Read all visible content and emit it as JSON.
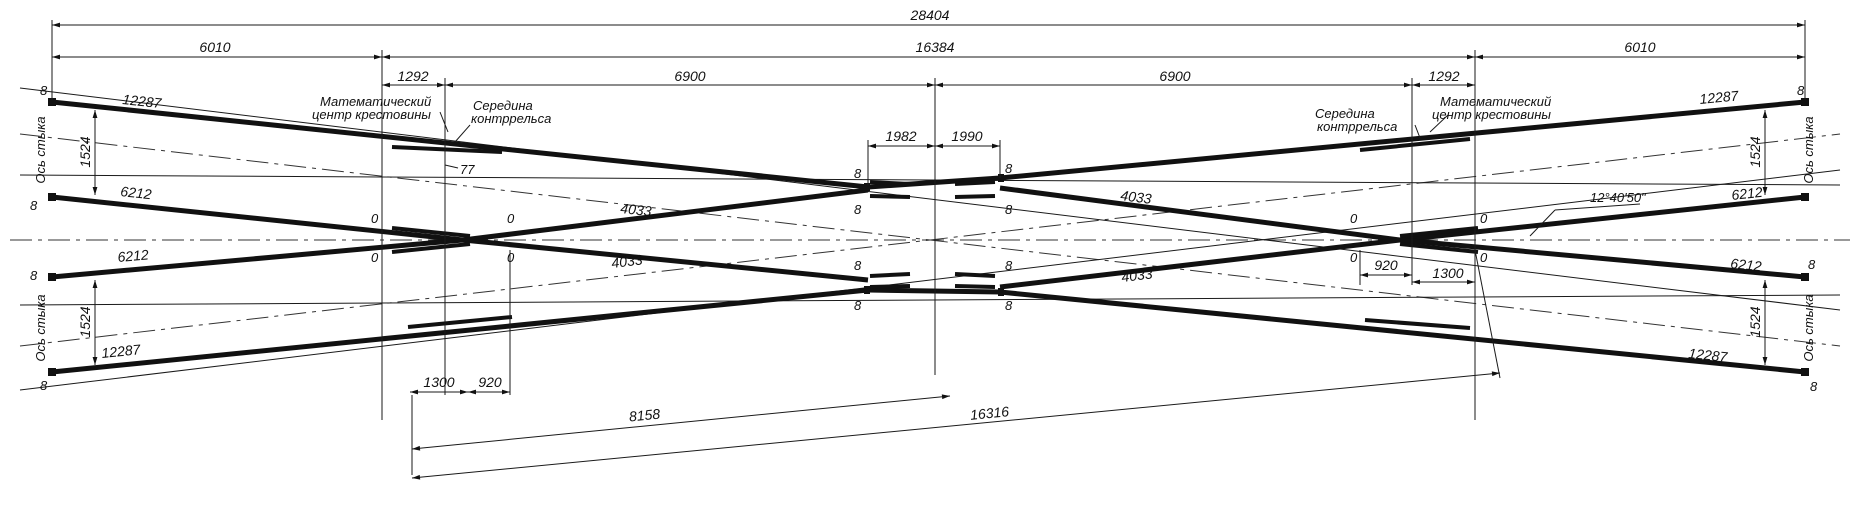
{
  "drawing": {
    "dimensions": {
      "overall": "28404",
      "end_left": "6010",
      "center": "16384",
      "end_right": "6010",
      "offset_left": "1292",
      "half_left": "6900",
      "half_right": "6900",
      "offset_right": "1292",
      "inner_left": "1982",
      "inner_right": "1990",
      "gauge": "1524",
      "diag_bottom_half": "8158",
      "diag_bottom_full": "16316",
      "frog_a": "1300",
      "frog_b": "920",
      "small_offset": "77"
    },
    "rail_lengths": {
      "long": "12287",
      "short": "6212",
      "inner": "4033"
    },
    "marks": {
      "joint": "8",
      "zero": "0"
    },
    "notes": {
      "math_center": "Математический\nцентр крестовины",
      "guard_mid": "Середина\nконтррельса",
      "joint_axis": "Ось стыка",
      "angle": "12°40'50\""
    }
  }
}
